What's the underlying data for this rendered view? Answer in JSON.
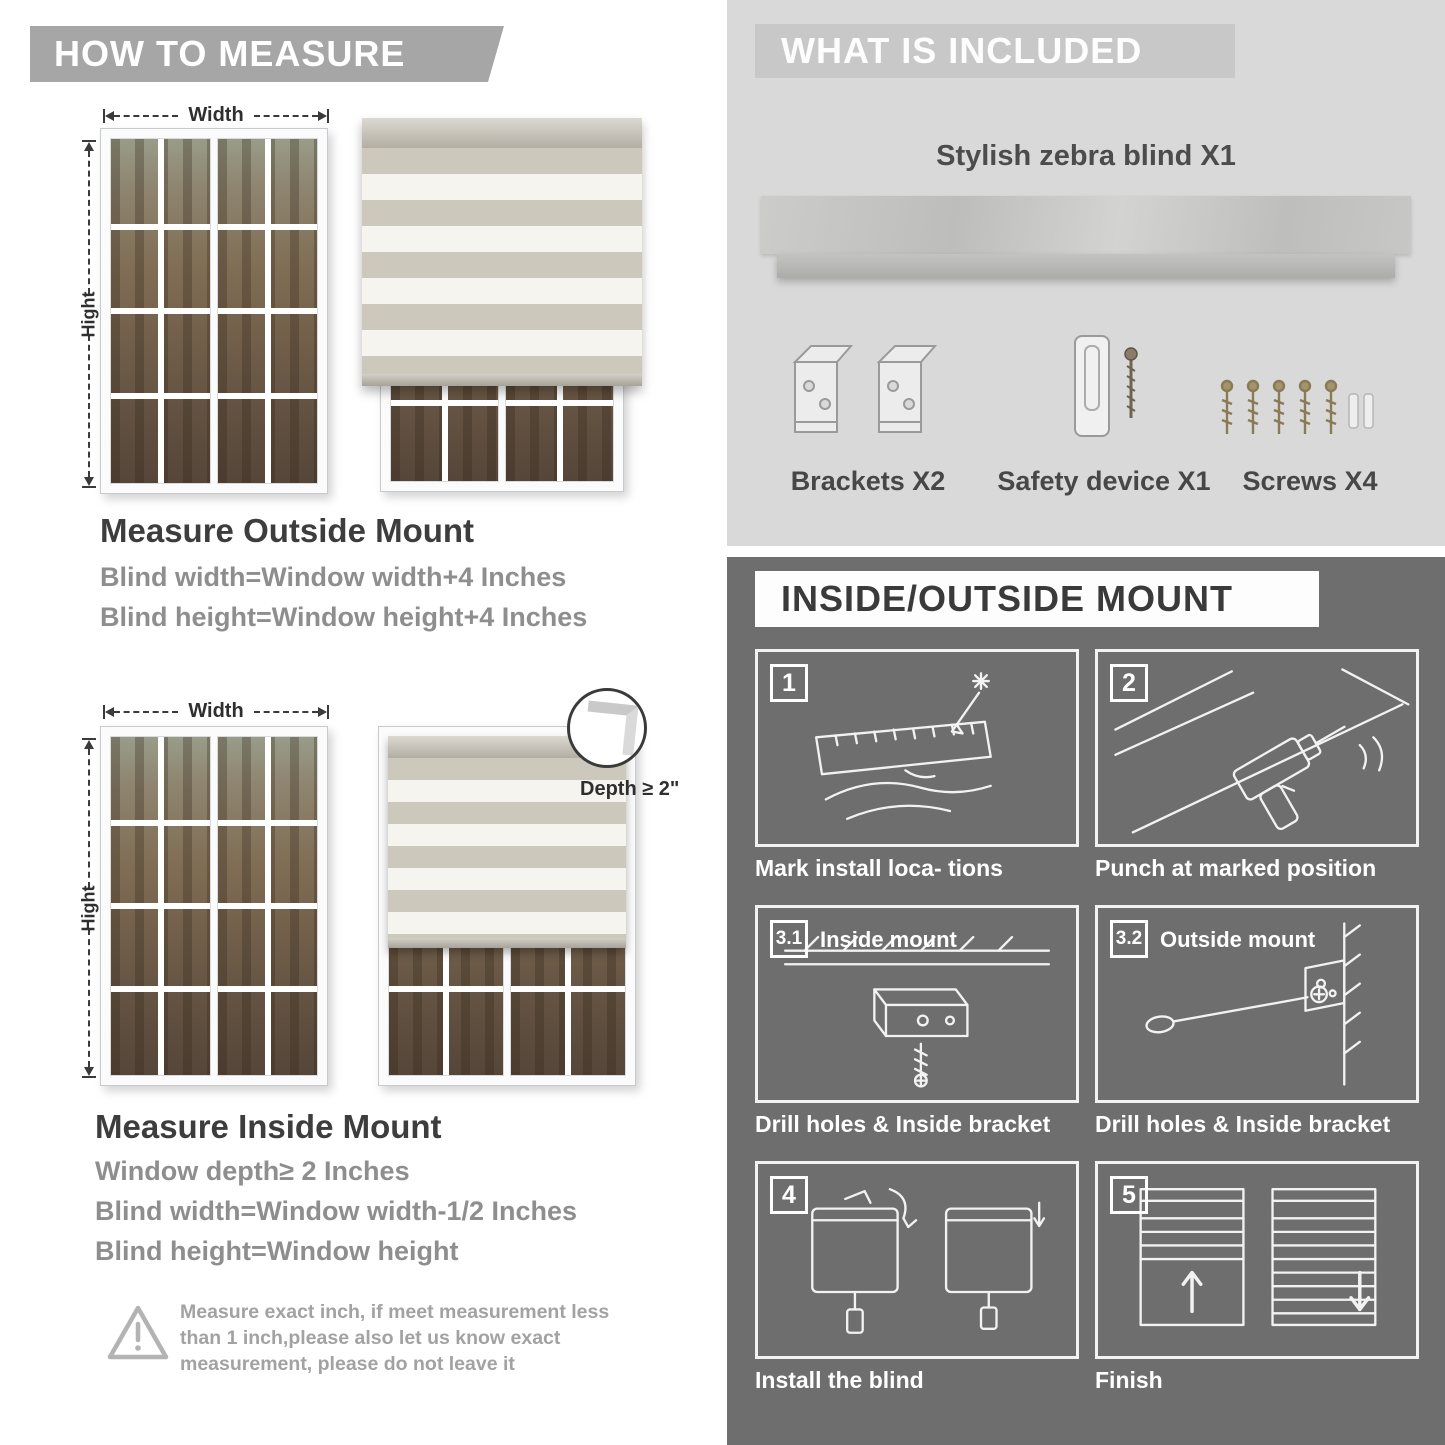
{
  "left": {
    "banner": "HOW TO MEASURE",
    "outside": {
      "width_label": "Width",
      "height_label": "Hight",
      "title": "Measure Outside Mount",
      "line1": "Blind width=Window width+4 Inches",
      "line2": "Blind height=Window height+4 Inches"
    },
    "inside": {
      "width_label": "Width",
      "height_label": "Hight",
      "depth_label": "Depth ≥ 2\"",
      "title": "Measure Inside Mount",
      "line1": "Window depth≥ 2 Inches",
      "line2": "Blind width=Window width-1/2 Inches",
      "line3": "Blind height=Window height"
    },
    "note": "Measure exact inch, if meet measurement less than 1 inch,please also let us know exact measurement, please do not leave it"
  },
  "right": {
    "included": {
      "banner": "WHAT IS INCLUDED",
      "blind_label": "Stylish zebra blind X1",
      "items": [
        {
          "label": "Brackets X2"
        },
        {
          "label": "Safety device X1"
        },
        {
          "label": "Screws X4"
        }
      ]
    },
    "mount": {
      "banner": "INSIDE/OUTSIDE MOUNT",
      "steps": [
        {
          "num": "1",
          "caption": "Mark install loca- tions"
        },
        {
          "num": "2",
          "caption": "Punch at  marked position"
        },
        {
          "num": "3.1",
          "label": "Inside mount",
          "caption": "Drill holes &  Inside bracket"
        },
        {
          "num": "3.2",
          "label": "Outside mount",
          "caption": "Drill holes &  Inside bracket"
        },
        {
          "num": "4",
          "caption": "Install the blind"
        },
        {
          "num": "5",
          "caption": "Finish"
        }
      ]
    }
  },
  "colors": {
    "banner_gray": "#a6a6a6",
    "included_panel": "#d9d9d9",
    "mount_panel": "#6e6e6e",
    "title_text": "#3d3d3d",
    "body_text": "#8e8e8e"
  }
}
